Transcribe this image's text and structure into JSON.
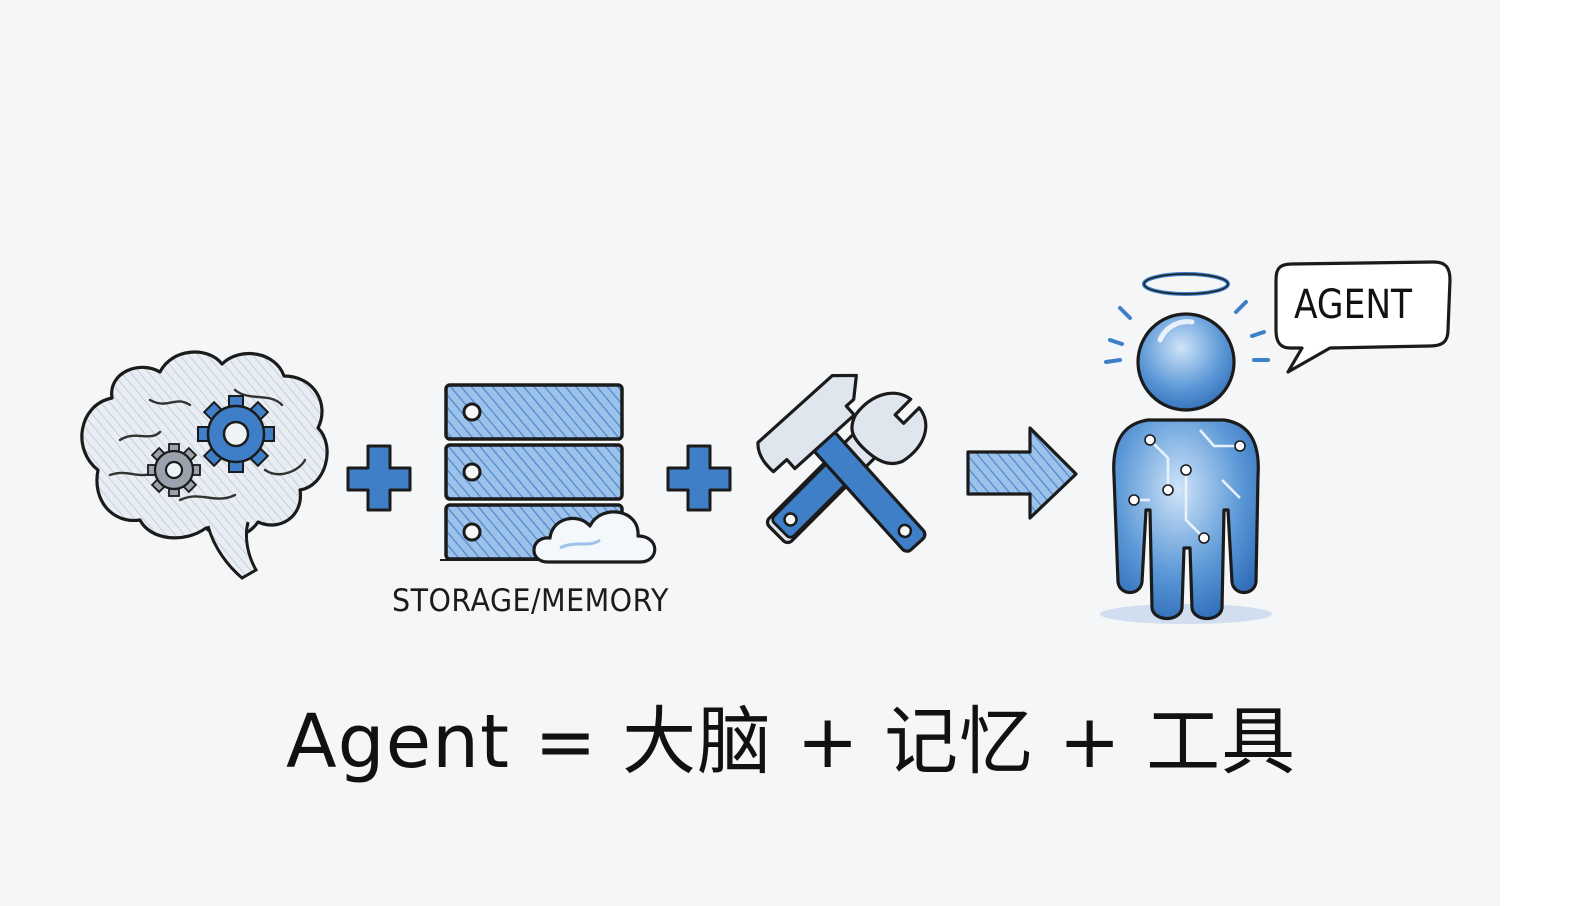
{
  "diagram": {
    "storage_label": "STORAGE/MEMORY",
    "agent_bubble": "AGENT",
    "formula": "Agent = 大脑 + 记忆 + 工具",
    "icons": [
      "brain-gears-icon",
      "plus-icon",
      "server-cloud-icon",
      "plus-icon",
      "wrench-hammer-icon",
      "arrow-right-icon",
      "agent-figure-icon"
    ],
    "colors": {
      "accent": "#3f7fc8",
      "accent_light": "#9cc2ea",
      "ink": "#1b1b1b",
      "background": "#f5f6f7"
    }
  }
}
